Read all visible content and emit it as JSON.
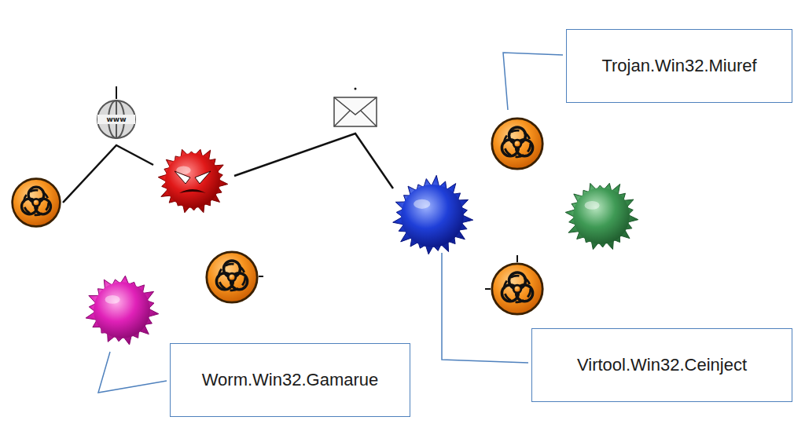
{
  "diagram": {
    "nodes": [
      {
        "text": [
          "Trojan.Win32.Miuref"
        ]
      },
      {
        "text": [
          "Virtool.Win32.Ceinject"
        ]
      },
      {
        "text": [
          "Worm.Win32.Gamarue"
        ]
      }
    ],
    "labels": [
      "www"
    ]
  }
}
